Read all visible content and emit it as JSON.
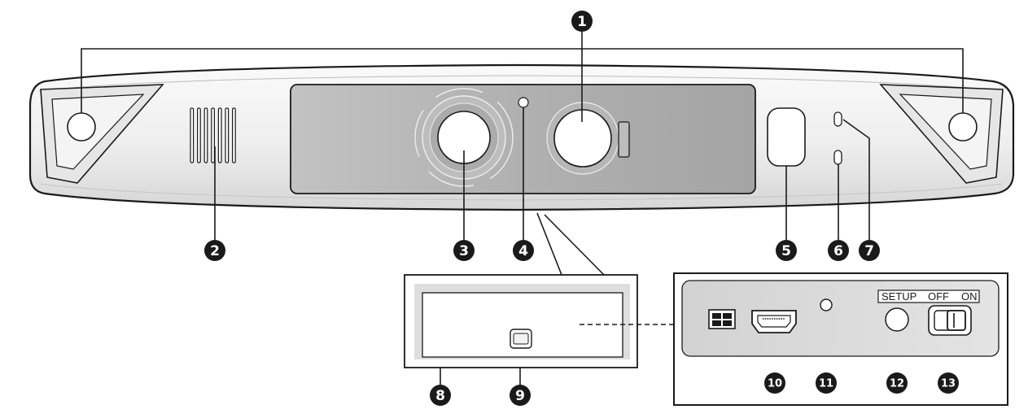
{
  "callouts": [
    "1",
    "2",
    "3",
    "4",
    "5",
    "6",
    "7",
    "8",
    "9",
    "10",
    "11",
    "12",
    "13"
  ],
  "switch_labels": {
    "setup": "SETUP",
    "off": "OFF",
    "on": "ON"
  },
  "colors": {
    "ink": "#1a1a1a",
    "body_light": "#f2f2f2",
    "body_mid": "#dcdcdc",
    "window_dark": "#a9a9a9",
    "window_light": "#c4c4c4",
    "panel_fill": "#d9d9d9"
  },
  "icons": {
    "callout": "circled-number-icon",
    "port": "micro-hdmi-port-icon",
    "connector": "connector-grid-icon"
  }
}
